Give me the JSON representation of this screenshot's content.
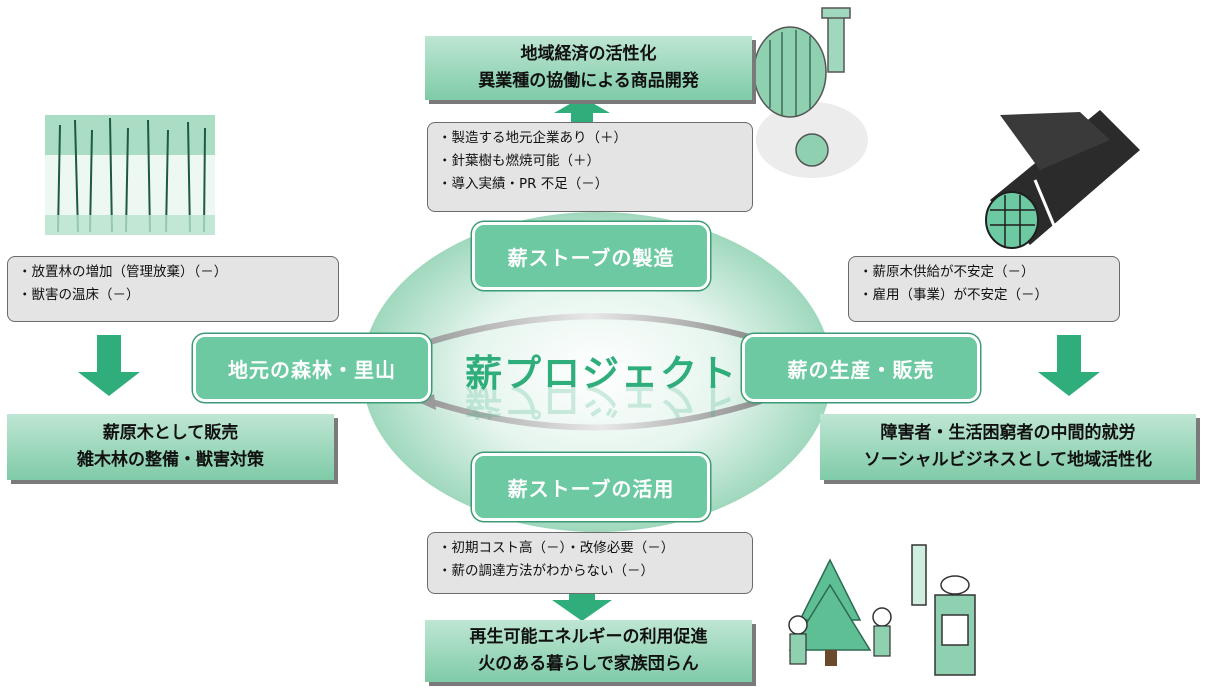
{
  "center": {
    "title": "薪プロジェクト",
    "nodes": {
      "top": "薪ストーブの製造",
      "left": "地元の森林・里山",
      "right": "薪の生産・販売",
      "bottom": "薪ストーブの活用"
    }
  },
  "top": {
    "notes": [
      "・製造する地元企業あり（＋）",
      "・針葉樹も燃焼可能（＋）",
      "・導入実績・PR 不足（－）"
    ],
    "outcome": [
      "地域経済の活性化",
      "異業種の協働による商品開発"
    ]
  },
  "left": {
    "notes": [
      "・放置林の増加（管理放棄）（－）",
      "・獣害の温床（－）"
    ],
    "outcome": [
      "薪原木として販売",
      "雑木林の整備・獣害対策"
    ]
  },
  "right": {
    "notes": [
      "・薪原木供給が不安定（－）",
      "・雇用（事業）が不安定（－）"
    ],
    "outcome": [
      "障害者・生活困窮者の中間的就労",
      "ソーシャルビジネスとして地域活性化"
    ]
  },
  "bottom": {
    "notes": [
      "・初期コスト高（－）・改修必要（－）",
      "・薪の調達方法がわからない（－）"
    ],
    "outcome": [
      "再生可能エネルギーの利用促進",
      "火のある暮らしで家族団らん"
    ]
  },
  "colors": {
    "green": "#2fae7c",
    "node_fill": "#6cc9a1",
    "box_top": "#bfe6d3",
    "box_bottom": "#7fcba8",
    "notes_bg": "#e4e4e4"
  },
  "illustrations": [
    "forest-illustration",
    "wood-stove-illustration",
    "firewood-bundle-illustration",
    "family-stove-illustration"
  ]
}
